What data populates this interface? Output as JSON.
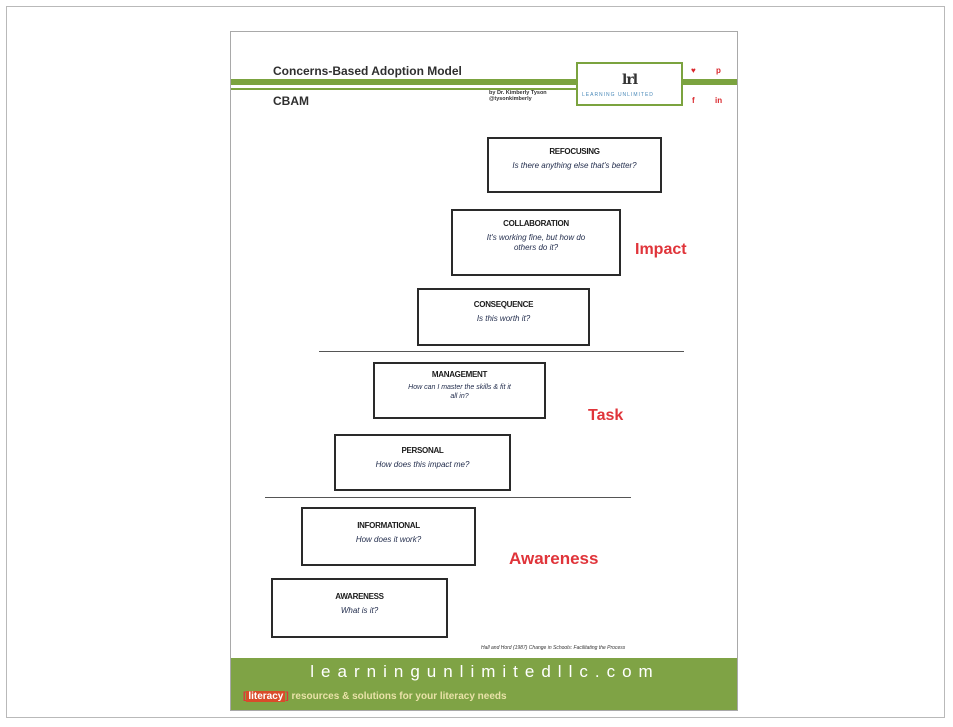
{
  "header": {
    "title": "Concerns-Based Adoption Model",
    "subtitle": "CBAM",
    "author_line1": "by Dr. Kimberly Tyson",
    "author_line2": "@tysonkimberly"
  },
  "logo": {
    "mark": "lrl",
    "text": "LEARNING UNLIMITED"
  },
  "social_icons": [
    "twitter-icon",
    "pinterest-icon",
    "facebook-icon",
    "linkedin-icon"
  ],
  "stages": [
    {
      "name": "REFOCUSING",
      "question": "Is there anything else that's better?"
    },
    {
      "name": "COLLABORATION",
      "question": "It's working fine, but how do others do it?"
    },
    {
      "name": "CONSEQUENCE",
      "question": "Is this worth it?"
    },
    {
      "name": "MANAGEMENT",
      "question": "How can I master the skills & fit it all in?"
    },
    {
      "name": "PERSONAL",
      "question": "How does this impact me?"
    },
    {
      "name": "INFORMATIONAL",
      "question": "How does it work?"
    },
    {
      "name": "AWARENESS",
      "question": "What is it?"
    }
  ],
  "categories": {
    "impact": "Impact",
    "task": "Task",
    "awareness": "Awareness"
  },
  "citation": "Hall and Hord (1987) Change in Schools: Facilitating the Process",
  "footer": {
    "url": "learningunlimitedllc.com",
    "tag_bracket_open": "[",
    "tag_literacy": "literacy",
    "tag_bracket_close": "]",
    "tag_rest": " resources & solutions for your literacy needs"
  },
  "colors": {
    "accent_green": "#7ba33f",
    "category_red": "#e0343a"
  }
}
